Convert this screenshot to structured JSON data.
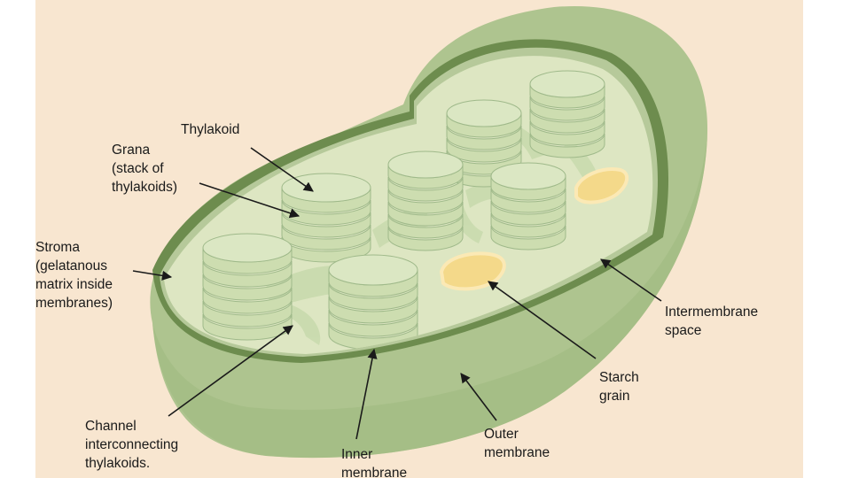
{
  "colors": {
    "page": "#ffffff",
    "panel": "#f8e6d0",
    "outer_membrane": "#aec48f",
    "outer_membrane_dark": "#98b078",
    "inner_membrane": "#6d8c4e",
    "stroma": "#dde6c2",
    "thylakoid": "#cdddb0",
    "thylakoid_edge": "#9fb98a",
    "starch": "#f4d98a",
    "leader_line": "#1a1a1a"
  },
  "labels": {
    "thylakoid": [
      "Thylakoid"
    ],
    "grana": [
      "Grana",
      "(stack of",
      "thylakoids)"
    ],
    "stroma": [
      "Stroma",
      "(gelatanous",
      "matrix inside",
      "membranes)"
    ],
    "channel": [
      "Channel",
      "interconnecting",
      "thylakoids."
    ],
    "inner_membrane": [
      "Inner",
      "membrane"
    ],
    "outer_membrane": [
      "Outer",
      "membrane"
    ],
    "starch_grain": [
      "Starch",
      "grain"
    ],
    "intermembrane_space": [
      "Intermembrane",
      "space"
    ]
  }
}
